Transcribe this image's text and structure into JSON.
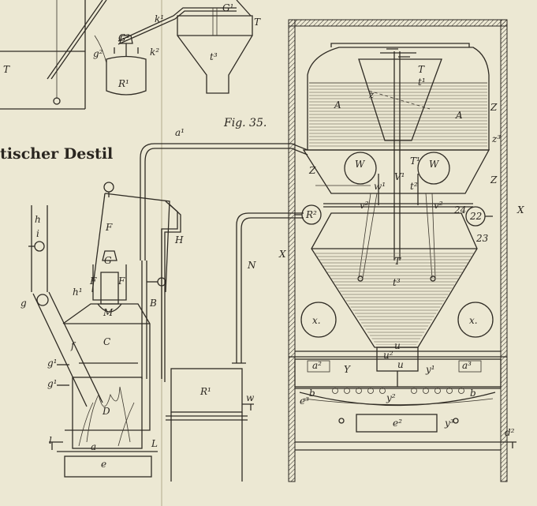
{
  "title_fragment": "tischer Destil",
  "figure_label": "Fig. 35.",
  "labels": {
    "T_top_left": "T",
    "k1": "k¹",
    "G1_top": "G¹",
    "T_hopper": "T",
    "t3_hopper": "t³",
    "G2": "G²",
    "g2": "g²",
    "k2": "k²",
    "R1_top": "R¹",
    "a1": "a¹",
    "h": "h",
    "i": "i",
    "g": "g",
    "f": "f",
    "F_upper": "F",
    "F_left": "F",
    "F_right": "F",
    "G_still": "G",
    "M": "M",
    "C": "C",
    "B": "B",
    "H": "H",
    "h1": "h¹",
    "g1_a": "g¹",
    "g1_b": "g¹",
    "D": "D",
    "l": "l",
    "a_base": "a",
    "e": "e",
    "L": "L",
    "N": "N",
    "R1_tank": "R¹",
    "w": "w",
    "X_left": "X",
    "X_right": "X",
    "T_top": "T",
    "t1": "t¹",
    "z": "z",
    "A_left": "A",
    "A_right": "A",
    "Z_left": "Z",
    "Z_right_top": "Z",
    "Z_right_mid": "Z",
    "z3": "z³",
    "W_left": "W",
    "W_right": "W",
    "w1": "w¹",
    "V1": "V¹",
    "T1": "T¹",
    "t2": "t²",
    "v_left": "v²",
    "v_right": "v²",
    "R2": "R²",
    "n22": "22",
    "n24": "24",
    "n23": "23",
    "T_lower": "T",
    "t3_lower": "t³",
    "x_left": "x.",
    "x_right": "x.",
    "u_top": "u",
    "u2": "u²",
    "u_bottom": "u",
    "a2": "a²",
    "Y": "Y",
    "y1": "y¹",
    "a3": "a³",
    "b_left": "b",
    "e3": "e³",
    "y2": "y²",
    "b_right": "b",
    "e2": "e²",
    "y3": "y³",
    "d2": "d²"
  }
}
